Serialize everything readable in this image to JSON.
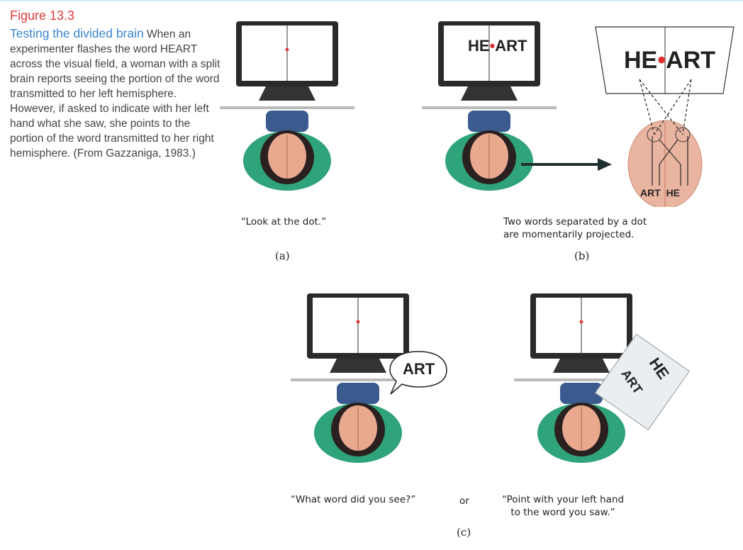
{
  "caption": {
    "figure_number": "Figure 13.3",
    "title": "Testing the divided brain",
    "body": "When an experimenter flashes the word HEART across the visual field, a woman with a split brain reports seeing the portion of the word transmitted to her left hemisphere. However, if asked to indicate with her left hand what she saw, she points to the portion of the word transmitted to her right hemisphere. (From Gazzaniga, 1983.)"
  },
  "panel_a": {
    "label": "(a)",
    "quote": "“Look at the dot.”"
  },
  "panel_b": {
    "label": "(b)",
    "screen_left": "HE",
    "screen_right": "ART",
    "big_screen_left": "HE",
    "big_screen_right": "ART",
    "brain_left_word": "ART",
    "brain_right_word": "HE",
    "description_line1": "Two words separated by a dot",
    "description_line2": "are momentarily projected."
  },
  "panel_c": {
    "label": "(c)",
    "speech_bubble": "ART",
    "card_word1": "HE",
    "card_word2": "ART",
    "quote_left": "“What word did you see?”",
    "or": "or",
    "quote_right_line1": "“Point with your left hand",
    "quote_right_line2": "to the word you saw.”"
  },
  "colors": {
    "accent_red": "#e23b3b",
    "title_blue": "#3a86d1",
    "shirt": "#2fa37a",
    "brain": "#e9a98f"
  }
}
